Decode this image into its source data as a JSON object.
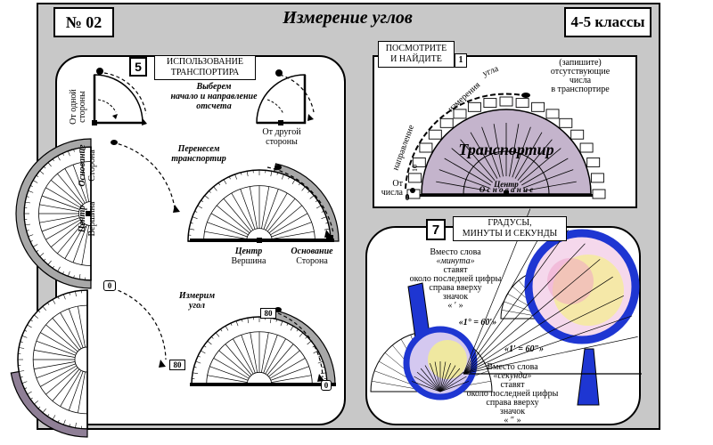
{
  "header": {
    "number": "№ 02",
    "title": "Измерение углов",
    "grades": "4-5 классы"
  },
  "panel5": {
    "badge": "5",
    "heading_line1": "ИСПОЛЬЗОВАНИЕ",
    "heading_line2": "ТРАНСПОРТИРА",
    "side_one": "От одной стороны",
    "choose_line1": "Выберем",
    "choose_line2": "начало и направление",
    "choose_line3": "отсчета",
    "other_side_line1": "От другой",
    "other_side_line2": "стороны",
    "move_line1": "Перенесем",
    "move_line2": "транспортир",
    "base_side_left_1": "Основание",
    "base_side_left_2": "Сторона",
    "center_vertex_left_1": "Центр",
    "center_vertex_left_2": "Вершина",
    "center_label": "Центр",
    "vertex_label": "Вершина",
    "base_label": "Основание",
    "side_label": "Сторона",
    "measure_line1": "Измерим",
    "measure_line2": "угол",
    "value_zero": "0",
    "value_eighty": "80"
  },
  "panel6": {
    "tag_line1": "ПОСМОТРИТЕ",
    "tag_line2": "И НАЙДИТЕ",
    "tag_number": "1",
    "arc_words": [
      "направление",
      "измерения",
      "угла"
    ],
    "note_line1": "(запишите)",
    "note_line2": "отсутствующие",
    "note_line3": "числа",
    "note_line4": "в транспортире",
    "protractor_word": "Транспортир",
    "center_word": "Центр",
    "base_word": "О с н о в а н и е",
    "from_line1": "От",
    "from_line2": "числа",
    "zero": "0",
    "ten": "10"
  },
  "panel7": {
    "badge": "7",
    "heading_line1": "ГРАДУСЫ,",
    "heading_line2": "МИНУТЫ И СЕКУНДЫ",
    "minute_text_1": "Вместо слова",
    "minute_word": "«минута»",
    "minute_text_2": "ставят",
    "minute_text_3": "около последней цифры",
    "minute_text_4": "справа вверху",
    "minute_text_5": "значок",
    "minute_symbol": "« ′ »",
    "formula_degree": "«1° = 60′»",
    "formula_minute": "«1′ = 60″»",
    "second_text_1": "Вместо слова",
    "second_word": "«секунда»",
    "second_text_2": "ставят",
    "second_text_3": "около последней цифры",
    "second_text_4": "справа вверху",
    "second_text_5": "значок",
    "second_symbol": "« ″ »"
  },
  "colors": {
    "frame_gray": "#c8c8c8",
    "protractor_fill": "#c4b4cc",
    "gray_band": "#a8a8a8",
    "magnifier_blue": "#1e36d2",
    "lens_yellow": "#f5f08c",
    "lens_pink": "#f0a0c8"
  }
}
